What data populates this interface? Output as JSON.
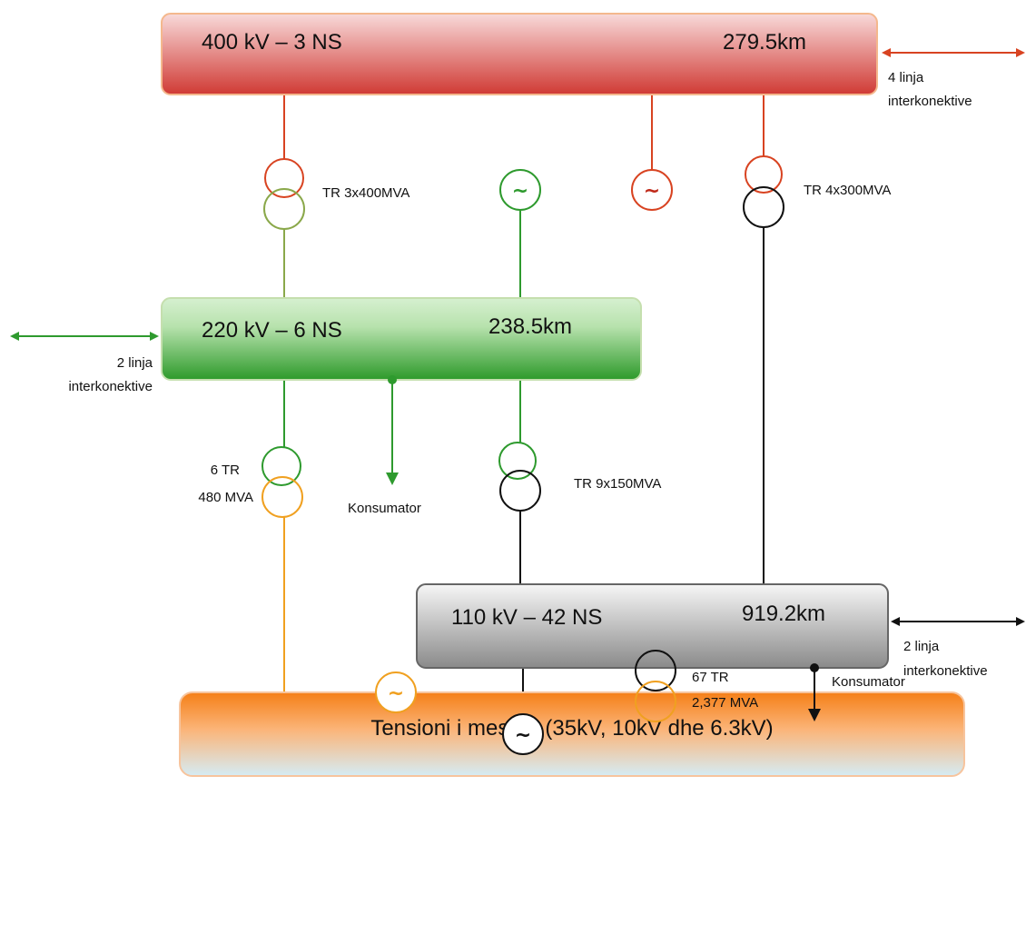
{
  "colors": {
    "red": "#d84321",
    "green": "#2e9a2e",
    "olive": "#8aa84a",
    "orange": "#f0a020",
    "black": "#111111"
  },
  "buses": {
    "b400": {
      "name": "400 kV – 3 NS",
      "length": "279.5km"
    },
    "b220": {
      "name": "220 kV – 6 NS",
      "length": "238.5km"
    },
    "b110": {
      "name": "110 kV – 42 NS",
      "length": "919.2km"
    },
    "mv": {
      "name": "Tensioni i mesëm (35kV, 10kV dhe 6.3kV)"
    }
  },
  "interconnect": {
    "b400": [
      "4 linja",
      "interkonektive"
    ],
    "b220": [
      "2 linja",
      "interkonektive"
    ],
    "b110": [
      "2 linja",
      "interkonektive"
    ]
  },
  "transformers": {
    "t400_220": {
      "label": "TR 3x400MVA"
    },
    "t400_110": {
      "label": "TR 4x300MVA"
    },
    "t220_mv": {
      "label": [
        "6 TR",
        "480 MVA"
      ]
    },
    "t220_110": {
      "label": "TR 9x150MVA"
    },
    "t110_mv": {
      "label": [
        "67 TR",
        "2,377 MVA"
      ]
    }
  },
  "generator_symbol": "~",
  "consumers": {
    "c220": "Konsumator",
    "c110": "Konsumator"
  }
}
